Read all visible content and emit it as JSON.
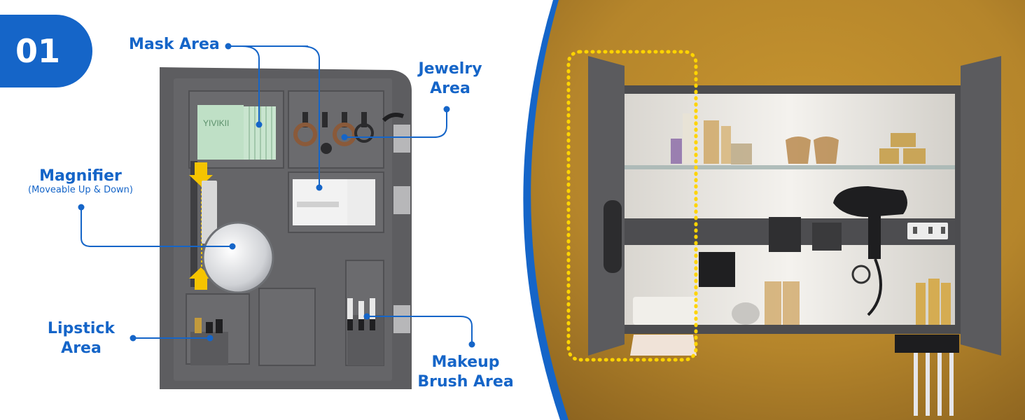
{
  "badge": {
    "number": "01"
  },
  "labels": {
    "mask_area": "Mask Area",
    "jewelry_line1": "Jewelry",
    "jewelry_line2": "Area",
    "magnifier": "Magnifier",
    "magnifier_note": "(Moveable Up & Down)",
    "lipstick_line1": "Lipstick",
    "lipstick_line2": "Area",
    "makeup_line1": "Makeup",
    "makeup_line2": "Brush Area"
  },
  "product_text": {
    "mask_brand": "YIVIKII"
  },
  "colors": {
    "accent": "#1565c8",
    "arrow": "#f5c400",
    "cabinet": "#5d5d60",
    "wall": "#b8862a",
    "led": "#ffd400"
  },
  "icons": {
    "arrow_up": "arrow-up-icon",
    "arrow_down": "arrow-down-icon",
    "hook": "hook-icon"
  }
}
